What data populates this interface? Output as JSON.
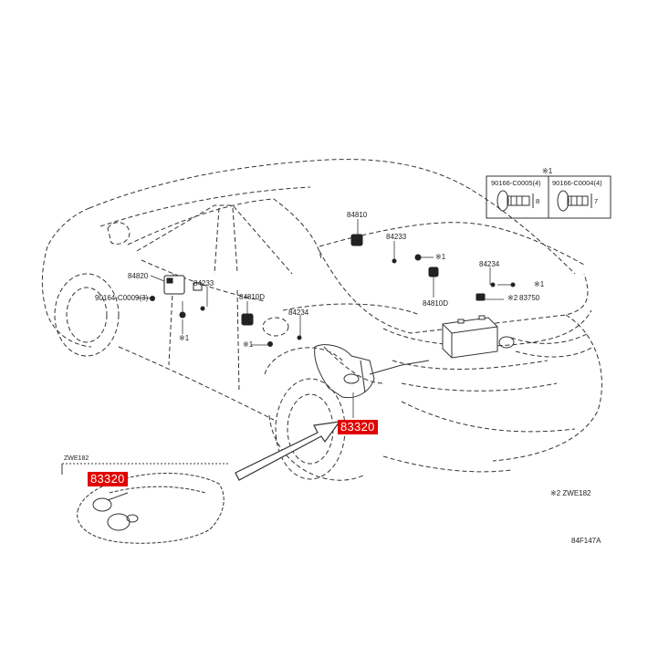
{
  "colors": {
    "line": "#333333",
    "highlight_bg": "#e00000",
    "highlight_text": "#ffffff"
  },
  "highlighted_parts": {
    "main": "83320",
    "inset": "83320"
  },
  "callouts": {
    "p84810_top": "84810",
    "p84233_center": "84233",
    "x1_center": "※1",
    "p84234_right": "84234",
    "p84810d_right": "84810D",
    "x1_right": "※1",
    "x2_right": "※2",
    "p83750": "83750",
    "p84820": "84820",
    "p84233_left": "84233",
    "p84810d_left": "84810D",
    "p84234_left": "84234",
    "p90164": "90164-C0009",
    "p90164_qty": "(3)",
    "x1_left_bottom": "※1",
    "x1_left_mid": "※1"
  },
  "legend_box": {
    "title": "※1",
    "part_a": "90166-C0005",
    "qty_a": "(4)",
    "part_b": "90166-C0004",
    "qty_b": "(4)",
    "dim_a": "8",
    "dim_b": "7"
  },
  "inset": {
    "title": "ZWE182"
  },
  "notes": {
    "model_note": "※2 ZWE182",
    "figure_id": "84F147A"
  }
}
